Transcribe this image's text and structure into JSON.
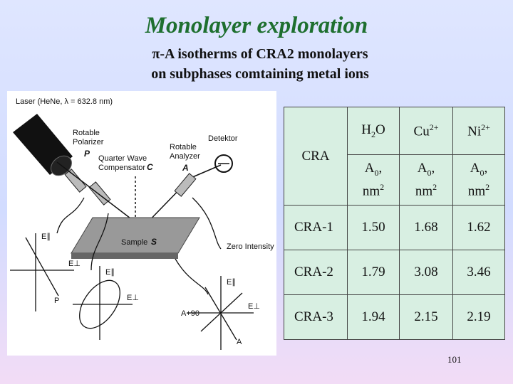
{
  "slide": {
    "title": "Monolayer exploration",
    "subtitle_line1": "π-A isotherms of CRA2 monolayers",
    "subtitle_line2": "on subphases comtaining metal ions",
    "page_number": "101"
  },
  "diagram": {
    "laser_label": "Laser (HeNe, λ = 632.8 nm)",
    "polarizer_label_1": "Rotable",
    "polarizer_label_2": "Polarizer",
    "polarizer_symbol": "P",
    "qwc_label_1": "Quarter Wave",
    "qwc_label_2": "Compensator",
    "qwc_symbol": "C",
    "analyzer_label_1": "Rotable",
    "analyzer_label_2": "Analyzer",
    "analyzer_symbol": "A",
    "detector_label": "Detektor",
    "sample_label": "Sample",
    "sample_symbol": "S",
    "zero_intensity_label": "Zero Intensity",
    "e_parallel": "E∥",
    "e_perp": "E⊥",
    "p_axis": "P",
    "a_axis": "A",
    "a_plus_90": "A+90"
  },
  "table": {
    "corner_label": "CRA",
    "col_headers": [
      {
        "base": "H",
        "sub": "2",
        "rest": "O"
      },
      {
        "base": "Cu",
        "sup": "2+"
      },
      {
        "base": "Ni",
        "sup": "2+"
      }
    ],
    "unit_row": {
      "symbol": "A",
      "sub": "0",
      "sep": ",",
      "unit": "nm",
      "sup": "2"
    },
    "rows": [
      {
        "label": "CRA-1",
        "values": [
          "1.50",
          "1.68",
          "1.62"
        ]
      },
      {
        "label": "CRA-2",
        "values": [
          "1.79",
          "3.08",
          "3.46"
        ]
      },
      {
        "label": "CRA-3",
        "values": [
          "1.94",
          "2.15",
          "2.19"
        ]
      }
    ]
  }
}
